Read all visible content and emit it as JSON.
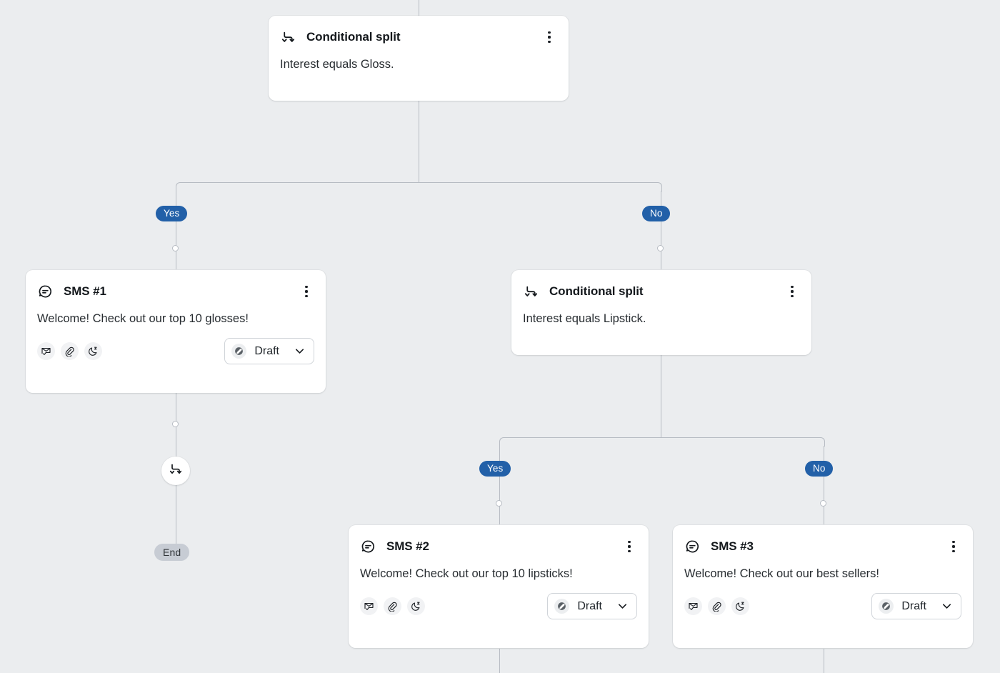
{
  "theme": {
    "canvas_bg": "#ebedef",
    "card_bg": "#ffffff",
    "line": "#b7bcc3",
    "badge_blue": "#2260a8",
    "badge_gray": "#c7ccd4",
    "text": "#14181c"
  },
  "nodes": {
    "split_top": {
      "title": "Conditional split",
      "description": "Interest equals Gloss.",
      "icon": "conditional-split-icon",
      "menu_icon": "kebab-menu-icon"
    },
    "split_second": {
      "title": "Conditional split",
      "description": "Interest equals Lipstick.",
      "icon": "conditional-split-icon",
      "menu_icon": "kebab-menu-icon"
    },
    "sms1": {
      "title": "SMS #1",
      "message": "Welcome! Check out our top 10 glosses!",
      "icon": "sms-bubble-icon",
      "menu_icon": "kebab-menu-icon",
      "chips": [
        "envelope-check-icon",
        "paperclip-icon",
        "moon-quiet-hours-icon"
      ],
      "status": {
        "label": "Draft",
        "icon": "draft-pencil-icon",
        "caret": "chevron-down-icon"
      }
    },
    "sms2": {
      "title": "SMS #2",
      "message": "Welcome! Check out our top 10 lipsticks!",
      "icon": "sms-bubble-icon",
      "menu_icon": "kebab-menu-icon",
      "chips": [
        "envelope-check-icon",
        "paperclip-icon",
        "moon-quiet-hours-icon"
      ],
      "status": {
        "label": "Draft",
        "icon": "draft-pencil-icon",
        "caret": "chevron-down-icon"
      }
    },
    "sms3": {
      "title": "SMS #3",
      "message": "Welcome! Check out our best sellers!",
      "icon": "sms-bubble-icon",
      "menu_icon": "kebab-menu-icon",
      "chips": [
        "envelope-check-icon",
        "paperclip-icon",
        "moon-quiet-hours-icon"
      ],
      "status": {
        "label": "Draft",
        "icon": "draft-pencil-icon",
        "caret": "chevron-down-icon"
      }
    },
    "split_node_small": {
      "icon": "conditional-split-icon"
    }
  },
  "branches": {
    "top_yes": "Yes",
    "top_no": "No",
    "second_yes": "Yes",
    "second_no": "No"
  },
  "terminals": {
    "end": "End"
  }
}
